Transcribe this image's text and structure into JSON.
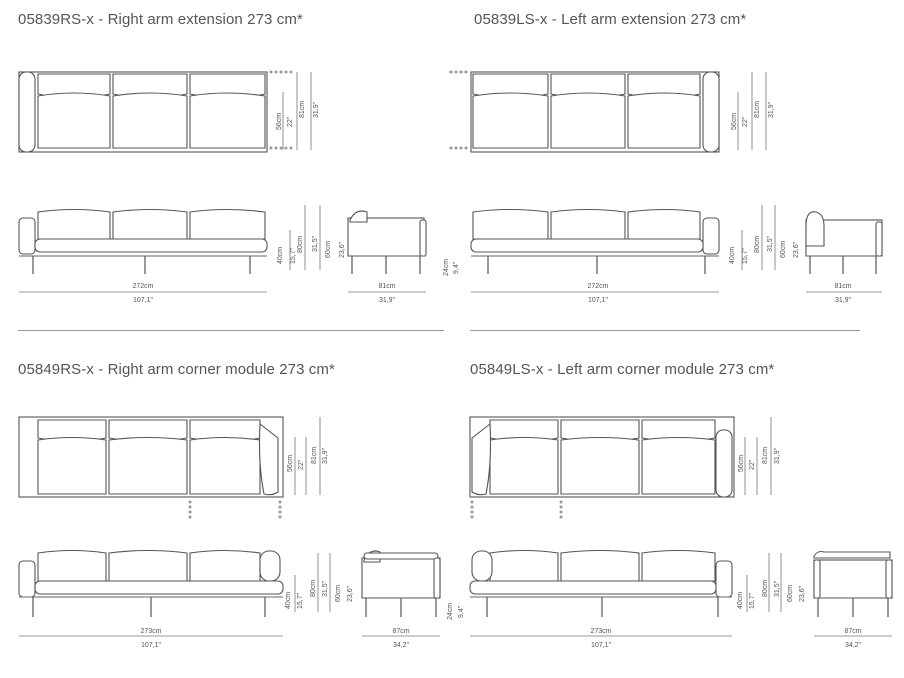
{
  "modules": [
    {
      "title": "05839RS-x - Right arm extension 273 cm*",
      "top": {
        "seat_depth": "56cm",
        "seat_depth_in": "22\"",
        "depth": "81cm",
        "depth_in": "31,9\""
      },
      "front": {
        "seat_h": "40cm",
        "seat_h_in": "15,7\"",
        "h": "80cm",
        "h_in": "31,5\"",
        "arm_h": "60cm",
        "arm_h_in": "23,6\"",
        "width": "272cm",
        "width_in": "107,1\""
      },
      "side": {
        "depth": "81cm",
        "depth_in": "31,9\""
      }
    },
    {
      "title": "05839LS-x - Left arm extension 273 cm*",
      "top": {
        "seat_depth": "56cm",
        "seat_depth_in": "22\"",
        "depth": "81cm",
        "depth_in": "31,9\""
      },
      "front": {
        "leg_h": "24cm",
        "leg_h_in": "9,4\"",
        "seat_h": "40cm",
        "seat_h_in": "15,7\"",
        "h": "80cm",
        "h_in": "31,5\"",
        "arm_h": "60cm",
        "arm_h_in": "23,6\"",
        "width": "272cm",
        "width_in": "107,1\""
      },
      "side": {
        "depth": "81cm",
        "depth_in": "31,9\""
      }
    },
    {
      "title": "05849RS-x - Right arm corner module 273 cm*",
      "top": {
        "seat_depth": "56cm",
        "seat_depth_in": "22\"",
        "depth": "81cm",
        "depth_in": "31,9\""
      },
      "front": {
        "seat_h": "40cm",
        "seat_h_in": "15,7\"",
        "h": "80cm",
        "h_in": "31,5\"",
        "arm_h": "60cm",
        "arm_h_in": "23,6\"",
        "width": "273cm",
        "width_in": "107,1\""
      },
      "side": {
        "depth": "87cm",
        "depth_in": "34,2\""
      }
    },
    {
      "title": "05849LS-x - Left arm corner module 273 cm*",
      "top": {
        "seat_depth": "56cm",
        "seat_depth_in": "22\"",
        "depth": "81cm",
        "depth_in": "31,9\""
      },
      "front": {
        "leg_h": "24cm",
        "leg_h_in": "9,4\"",
        "seat_h": "40cm",
        "seat_h_in": "15,7\"",
        "h": "80cm",
        "h_in": "31,5\"",
        "arm_h": "60cm",
        "arm_h_in": "23,6\"",
        "width": "273cm",
        "width_in": "107,1\""
      },
      "side": {
        "depth": "87cm",
        "depth_in": "34,2\""
      }
    }
  ]
}
